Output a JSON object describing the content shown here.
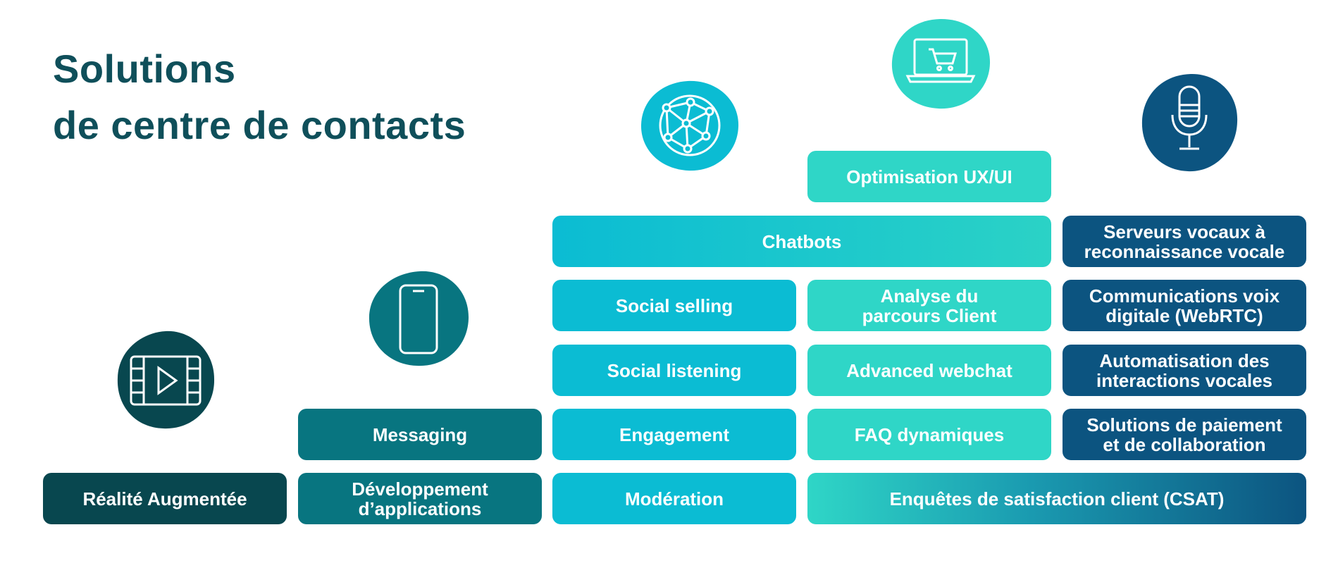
{
  "title": {
    "line1": "Solutions",
    "line2": "de centre de contacts"
  },
  "colors": {
    "title": "#0f4f5a",
    "dark": "#08474f",
    "teal": "#087580",
    "cyan": "#0bbcd3",
    "mint": "#2fd6c7",
    "navy": "#0c5480"
  },
  "icons": {
    "video": "video-play-icon",
    "phone": "smartphone-icon",
    "globe": "network-globe-icon",
    "cart": "laptop-cart-icon",
    "mic": "microphone-icon"
  },
  "columns": {
    "ar": {
      "tiles": [
        "Réalité Augmentée"
      ]
    },
    "apps": {
      "tiles": [
        "Messaging",
        "Développement\nd’applications"
      ]
    },
    "social": {
      "tiles": [
        "Social selling",
        "Social listening",
        "Engagement",
        "Modération"
      ]
    },
    "digital": {
      "tiles": [
        "Optimisation UX/UI",
        "Analyse du\nparcours Client",
        "Advanced webchat",
        "FAQ dynamiques"
      ]
    },
    "shared": {
      "chatbots": "Chatbots",
      "csat": "Enquêtes de satisfaction client (CSAT)"
    },
    "voice": {
      "tiles": [
        "Serveurs vocaux à\nreconnaissance vocale",
        "Communications voix\ndigitale (WebRTC)",
        "Automatisation des\ninteractions vocales",
        "Solutions de paiement\net de collaboration"
      ]
    }
  }
}
